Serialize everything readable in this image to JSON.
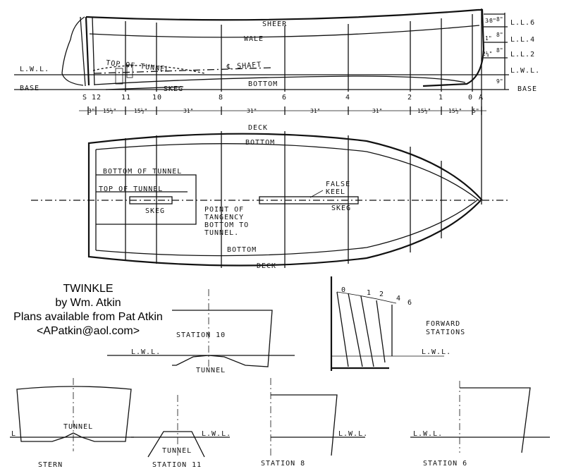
{
  "caption": {
    "title": "TWINKLE",
    "author": "by Wm. Atkin",
    "availability": "Plans available from Pat Atkin",
    "email": "<APatkin@aol.com>"
  },
  "profile": {
    "sheer": "SHEER",
    "wale": "WALE",
    "lwl": "L.W.L.",
    "base": "BASE",
    "top_of_tunnel": "TOP OF TUNNEL",
    "shaft": "℄ SHAFT",
    "skeg": "SKEG",
    "bottom": "BOTTOM",
    "waterlines": [
      "L.L.6",
      "L.L.4",
      "L.L.2",
      "L.W.L."
    ],
    "waterline_spacing": [
      "8\"",
      "8\"",
      "8\"",
      "9\""
    ],
    "sheer_dims": [
      "3⁄8\"",
      "1\"",
      "2¼\""
    ],
    "base_right": "BASE",
    "stations": [
      "S",
      "12",
      "11",
      "10",
      "8",
      "6",
      "4",
      "2",
      "1",
      "0",
      "A"
    ],
    "spacings": [
      "3\"",
      "15½\"",
      "15½\"",
      "31\"",
      "31\"",
      "31\"",
      "31\"",
      "15½\"",
      "15½\"",
      "5\""
    ]
  },
  "plan": {
    "deck_top": "DECK",
    "bottom_top": "BOTTOM",
    "bottom_of_tunnel": "BOTTOM OF TUNNEL",
    "top_of_tunnel": "TOP OF TUNNEL",
    "skeg_left": "SKEG",
    "tangency": [
      "POINT OF",
      "TANGENCY",
      "BOTTOM TO",
      "TUNNEL."
    ],
    "false_keel": [
      "FALSE",
      "KEEL"
    ],
    "skeg_right": "SKEG",
    "bottom_bottom": "BOTTOM",
    "deck_bottom": "DECK"
  },
  "sections": {
    "station10": {
      "name": "STATION 10",
      "lwl": "L.W.L.",
      "tunnel": "TUNNEL"
    },
    "forward": {
      "title": [
        "FORWARD",
        "STATIONS"
      ],
      "numbers": [
        "0",
        "1",
        "2",
        "4",
        "6"
      ],
      "lwl": "L.W.L."
    },
    "stern": {
      "name": "STERN",
      "tunnel": "TUNNEL",
      "lwl": "L"
    },
    "station11": {
      "name": "STATION 11",
      "tunnel": "TUNNEL",
      "lwl": "L.W.L."
    },
    "station8": {
      "name": "STATION 8",
      "lwl": "L.W.L."
    },
    "station6": {
      "name": "STATION 6",
      "lwl": "L.W.L."
    }
  }
}
